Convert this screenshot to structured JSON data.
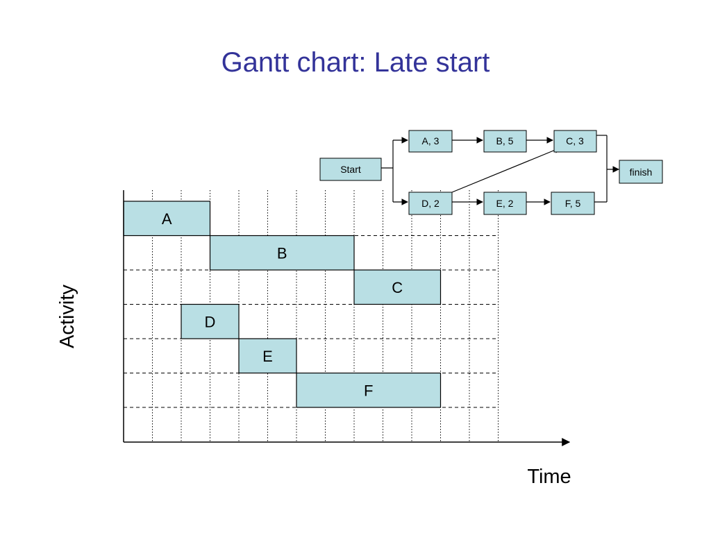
{
  "title": "Gantt chart: Late start",
  "colors": {
    "title": "#333399",
    "bar_fill": "#b9dfe4",
    "node_fill": "#b9dfe4",
    "stroke": "#000000"
  },
  "chart_data": {
    "type": "gantt",
    "ylabel": "Activity",
    "xlabel": "Time",
    "time_range": [
      0,
      13
    ],
    "activities": [
      {
        "name": "A",
        "start": 0,
        "duration": 3
      },
      {
        "name": "B",
        "start": 3,
        "duration": 5
      },
      {
        "name": "C",
        "start": 8,
        "duration": 3
      },
      {
        "name": "D",
        "start": 2,
        "duration": 2
      },
      {
        "name": "E",
        "start": 4,
        "duration": 2
      },
      {
        "name": "F",
        "start": 6,
        "duration": 5
      }
    ]
  },
  "network": {
    "nodes": [
      {
        "id": "start",
        "label": "Start"
      },
      {
        "id": "a",
        "label": "A, 3"
      },
      {
        "id": "b",
        "label": "B, 5"
      },
      {
        "id": "c",
        "label": "C, 3"
      },
      {
        "id": "d",
        "label": "D, 2"
      },
      {
        "id": "e",
        "label": "E, 2"
      },
      {
        "id": "f",
        "label": "F, 5"
      },
      {
        "id": "finish",
        "label": "finish"
      }
    ],
    "edges": [
      [
        "start",
        "a"
      ],
      [
        "start",
        "d"
      ],
      [
        "a",
        "b"
      ],
      [
        "b",
        "c"
      ],
      [
        "d",
        "e"
      ],
      [
        "e",
        "f"
      ],
      [
        "d",
        "c"
      ],
      [
        "c",
        "finish"
      ],
      [
        "f",
        "finish"
      ]
    ]
  }
}
